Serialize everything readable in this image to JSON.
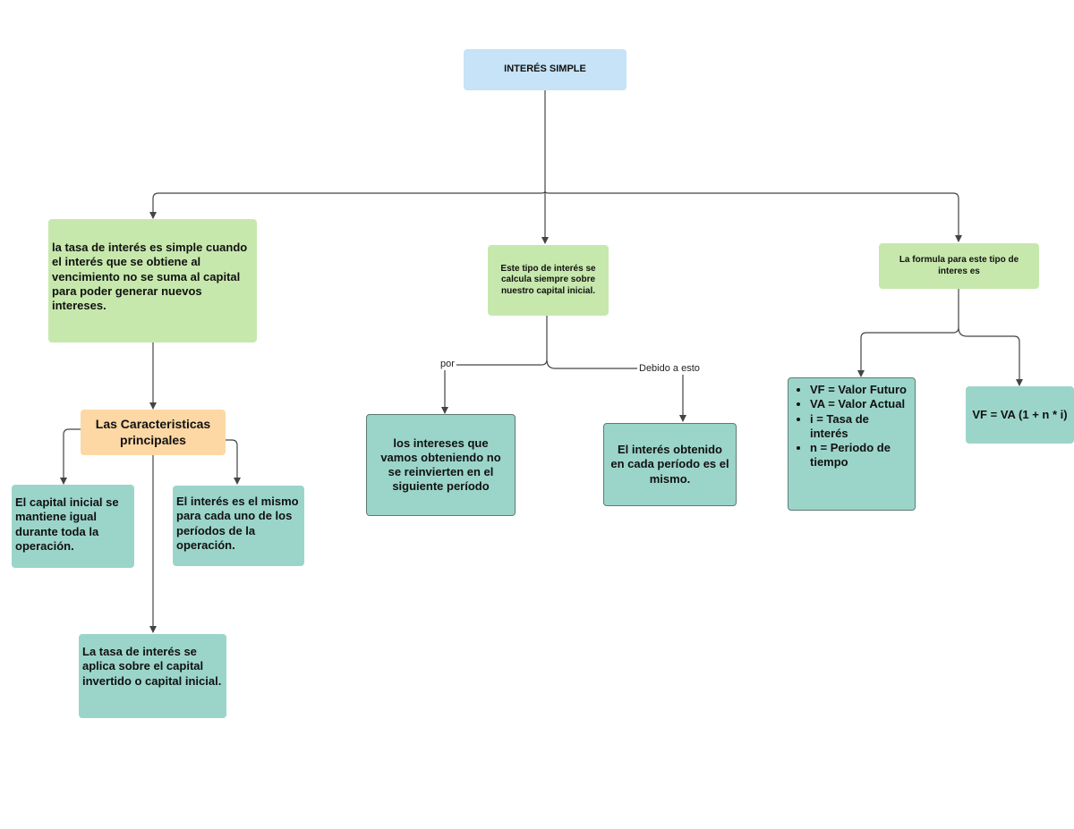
{
  "diagram": {
    "root": "INTERÉS SIMPLE",
    "definition": "la tasa de interés es simple cuando el interés que se obtiene al vencimiento no se suma al capital para poder generar nuevos intereses.",
    "calculation": "Este tipo de interés se calcula siempre sobre nuestro capital inicial.",
    "formula_intro": "La formula para este tipo de interes es",
    "characteristics": "Las Caracteristicas principales",
    "char_capital": "El capital inicial se mantiene igual durante toda la operación.",
    "char_interest": "El interés es el mismo para cada uno de los períodos de la operación.",
    "char_rate": "La tasa de interés se aplica sobre el capital invertido o capital inicial.",
    "label_por": "por",
    "label_debido": "Debido a esto",
    "not_reinvested": "los intereses que vamos obteniendo no se reinvierten en el siguiente período",
    "same_each_period": "El interés obtenido en cada período es el mismo.",
    "variables": [
      "VF = Valor Futuro",
      "VA = Valor Actual",
      "i = Tasa de interés",
      "n = Periodo de tiempo"
    ],
    "formula": "VF = VA (1 + n * i)"
  }
}
